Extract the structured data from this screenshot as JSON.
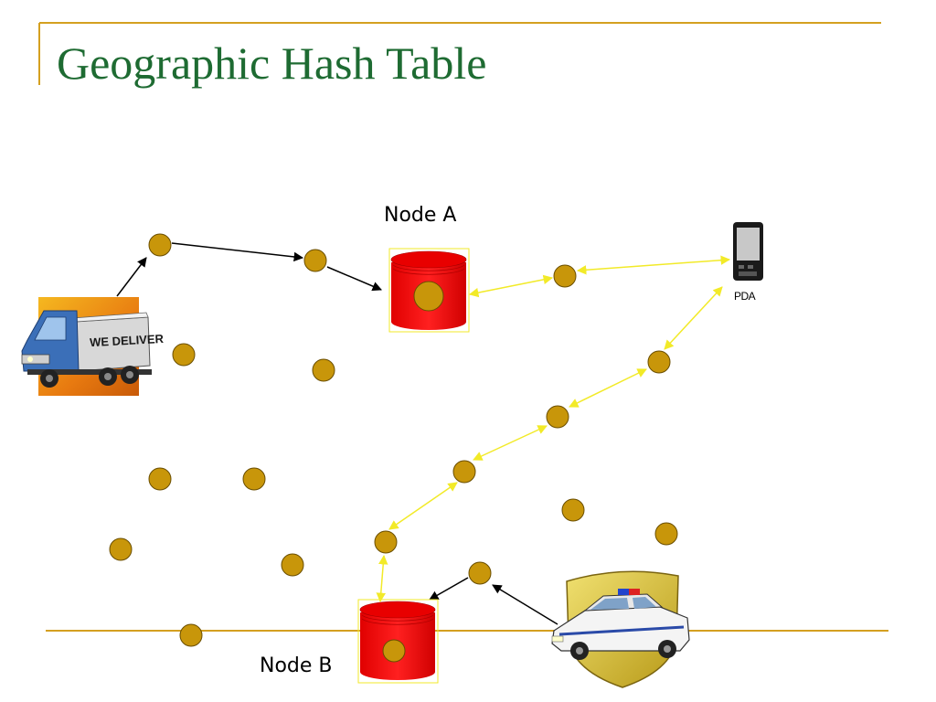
{
  "slide": {
    "title": "Geographic Hash Table",
    "node_a_label": "Node A",
    "node_b_label": "Node B",
    "pda_label": "PDA",
    "truck_text": "WE DELIVER"
  },
  "colors": {
    "title": "#1e6b32",
    "accent_line": "#d4a020",
    "node_fill": "#c8960a",
    "storage_fill": "#ff0000",
    "path_black": "#000000",
    "path_yellow": "#f2ea28"
  },
  "icons": [
    "truck-icon",
    "pda-icon",
    "police-car-icon",
    "storage-cylinder-icon"
  ]
}
